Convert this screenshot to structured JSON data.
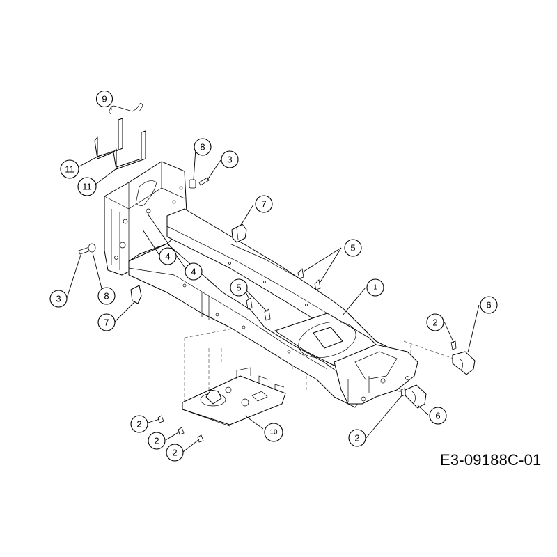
{
  "drawing_code": "E3-09188C-01",
  "callouts": [
    {
      "id": "c9",
      "label": "9"
    },
    {
      "id": "c11a",
      "label": "11"
    },
    {
      "id": "c11b",
      "label": "11"
    },
    {
      "id": "c8a",
      "label": "8"
    },
    {
      "id": "c3a",
      "label": "3"
    },
    {
      "id": "c7a",
      "label": "7"
    },
    {
      "id": "c4a",
      "label": "4"
    },
    {
      "id": "c4b",
      "label": "4"
    },
    {
      "id": "c5a",
      "label": "5"
    },
    {
      "id": "c1",
      "label": "1"
    },
    {
      "id": "c3b",
      "label": "3"
    },
    {
      "id": "c8b",
      "label": "8"
    },
    {
      "id": "c5b",
      "label": "5"
    },
    {
      "id": "c7b",
      "label": "7"
    },
    {
      "id": "c6a",
      "label": "6"
    },
    {
      "id": "c2a",
      "label": "2"
    },
    {
      "id": "c6b",
      "label": "6"
    },
    {
      "id": "c2b",
      "label": "2"
    },
    {
      "id": "c2c",
      "label": "2"
    },
    {
      "id": "c2d",
      "label": "2"
    },
    {
      "id": "c2e",
      "label": "2"
    },
    {
      "id": "c10",
      "label": "10"
    }
  ]
}
